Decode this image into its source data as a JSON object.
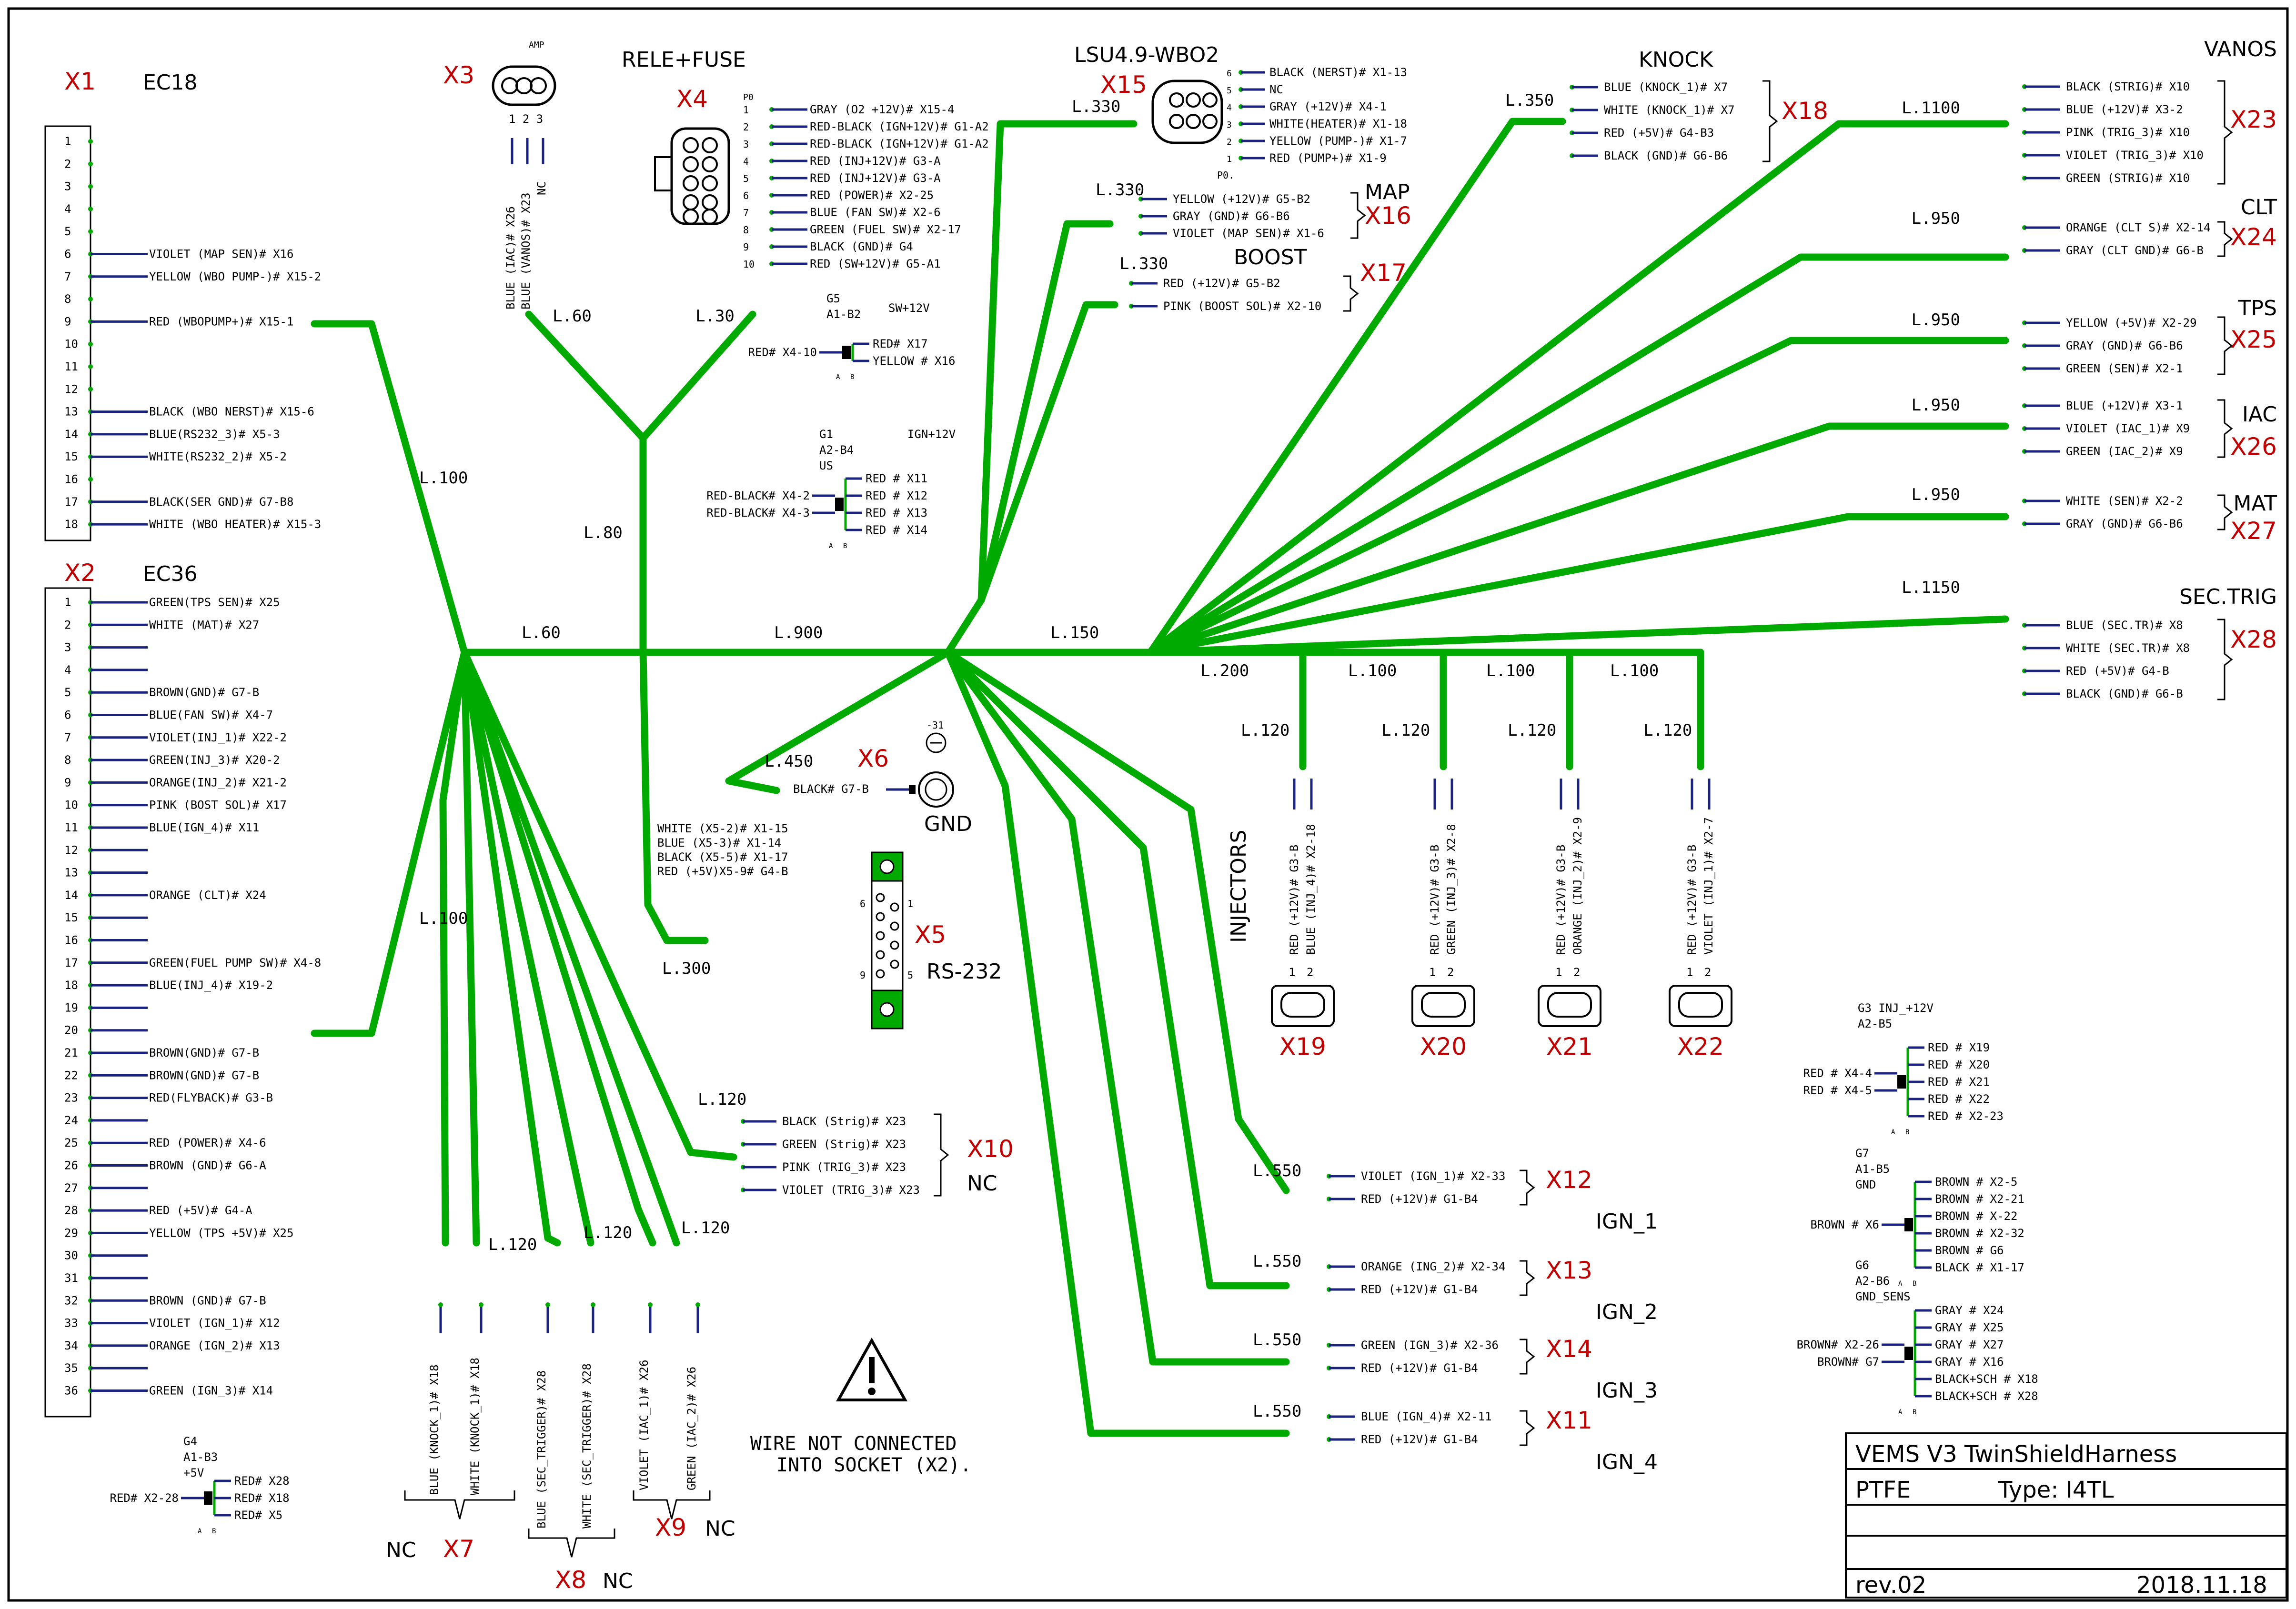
{
  "title_block": {
    "project": "VEMS V3 TwinShieldHarness",
    "material": "PTFE",
    "type": "Type: I4TL",
    "revision": "rev.02",
    "date": "2018.11.18"
  },
  "notes": {
    "wire_not_connected_1": "WIRE NOT CONNECTED",
    "wire_not_connected_2": "INTO SOCKET (X2)."
  },
  "x1": {
    "id": "X1",
    "name": "EC18",
    "pins": [
      {
        "n": "1",
        "label": ""
      },
      {
        "n": "2",
        "label": ""
      },
      {
        "n": "3",
        "label": ""
      },
      {
        "n": "4",
        "label": ""
      },
      {
        "n": "5",
        "label": ""
      },
      {
        "n": "6",
        "label": "VIOLET (MAP SEN)# X16"
      },
      {
        "n": "7",
        "label": "YELLOW (WBO PUMP-)# X15-2"
      },
      {
        "n": "8",
        "label": ""
      },
      {
        "n": "9",
        "label": "RED (WBOPUMP+)# X15-1"
      },
      {
        "n": "10",
        "label": ""
      },
      {
        "n": "11",
        "label": ""
      },
      {
        "n": "12",
        "label": ""
      },
      {
        "n": "13",
        "label": "BLACK (WBO NERST)# X15-6"
      },
      {
        "n": "14",
        "label": "BLUE(RS232_3)# X5-3"
      },
      {
        "n": "15",
        "label": "WHITE(RS232_2)# X5-2"
      },
      {
        "n": "16",
        "label": ""
      },
      {
        "n": "17",
        "label": "BLACK(SER GND)# G7-B8"
      },
      {
        "n": "18",
        "label": "WHITE (WBO HEATER)# X15-3"
      }
    ]
  },
  "x2": {
    "id": "X2",
    "name": "EC36",
    "pins": [
      {
        "n": "1",
        "label": "GREEN(TPS SEN)# X25"
      },
      {
        "n": "2",
        "label": "WHITE (MAT)# X27"
      },
      {
        "n": "3",
        "label": ""
      },
      {
        "n": "4",
        "label": ""
      },
      {
        "n": "5",
        "label": "BROWN(GND)# G7-B"
      },
      {
        "n": "6",
        "label": "BLUE(FAN SW)# X4-7"
      },
      {
        "n": "7",
        "label": "VIOLET(INJ_1)# X22-2"
      },
      {
        "n": "8",
        "label": "GREEN(INJ_3)# X20-2"
      },
      {
        "n": "9",
        "label": "ORANGE(INJ_2)# X21-2"
      },
      {
        "n": "10",
        "label": "PINK (BOST SOL)# X17"
      },
      {
        "n": "11",
        "label": "BLUE(IGN_4)# X11"
      },
      {
        "n": "12",
        "label": ""
      },
      {
        "n": "13",
        "label": ""
      },
      {
        "n": "14",
        "label": "ORANGE (CLT)# X24"
      },
      {
        "n": "15",
        "label": ""
      },
      {
        "n": "16",
        "label": ""
      },
      {
        "n": "17",
        "label": "GREEN(FUEL PUMP SW)# X4-8"
      },
      {
        "n": "18",
        "label": "BLUE(INJ_4)# X19-2"
      },
      {
        "n": "19",
        "label": ""
      },
      {
        "n": "20",
        "label": ""
      },
      {
        "n": "21",
        "label": "BROWN(GND)# G7-B"
      },
      {
        "n": "22",
        "label": "BROWN(GND)# G7-B"
      },
      {
        "n": "23",
        "label": "RED(FLYBACK)# G3-B"
      },
      {
        "n": "24",
        "label": ""
      },
      {
        "n": "25",
        "label": "RED (POWER)# X4-6"
      },
      {
        "n": "26",
        "label": "BROWN (GND)# G6-A"
      },
      {
        "n": "27",
        "label": ""
      },
      {
        "n": "28",
        "label": "RED (+5V)# G4-A"
      },
      {
        "n": "29",
        "label": "YELLOW (TPS +5V)# X25"
      },
      {
        "n": "30",
        "label": ""
      },
      {
        "n": "31",
        "label": ""
      },
      {
        "n": "32",
        "label": "BROWN (GND)# G7-B"
      },
      {
        "n": "33",
        "label": "VIOLET (IGN_1)# X12"
      },
      {
        "n": "34",
        "label": "ORANGE (IGN_2)# X13"
      },
      {
        "n": "35",
        "label": ""
      },
      {
        "n": "36",
        "label": "GREEN (IGN_3)# X14"
      }
    ]
  },
  "x3": {
    "id": "X3",
    "amp": "AMP",
    "pins": "1  2  3",
    "w1": "BLUE (IAC)# X26",
    "w2": "BLUE (VANOS)# X23",
    "w3": "NC"
  },
  "x4": {
    "id": "X4",
    "title": "RELE+FUSE",
    "po": "P0",
    "pins": [
      {
        "n": "1",
        "label": "GRAY (O2 +12V)# X15-4"
      },
      {
        "n": "2",
        "label": "RED-BLACK (IGN+12V)# G1-A2"
      },
      {
        "n": "3",
        "label": "RED-BLACK (IGN+12V)# G1-A2"
      },
      {
        "n": "4",
        "label": "RED (INJ+12V)# G3-A"
      },
      {
        "n": "5",
        "label": "RED (INJ+12V)# G3-A"
      },
      {
        "n": "6",
        "label": "RED (POWER)# X2-25"
      },
      {
        "n": "7",
        "label": "BLUE (FAN SW)# X2-6"
      },
      {
        "n": "8",
        "label": "GREEN (FUEL SW)# X2-17"
      },
      {
        "n": "9",
        "label": "BLACK (GND)# G4"
      },
      {
        "n": "10",
        "label": "RED (SW+12V)# G5-A1"
      }
    ]
  },
  "x15": {
    "id": "X15",
    "title": "LSU4.9-WBO2",
    "po": "P0.",
    "pins": [
      {
        "n": "6",
        "label": "BLACK (NERST)# X1-13"
      },
      {
        "n": "5",
        "label": "NC"
      },
      {
        "n": "4",
        "label": "GRAY (+12V)# X4-1"
      },
      {
        "n": "3",
        "label": "WHITE(HEATER)# X1-18"
      },
      {
        "n": "2",
        "label": "YELLOW (PUMP-)# X1-7"
      },
      {
        "n": "1",
        "label": "RED (PUMP+)# X1-9"
      }
    ]
  },
  "x16": {
    "id": "X16",
    "title": "MAP",
    "pins": [
      "YELLOW (+12V)# G5-B2",
      "GRAY (GND)# G6-B6",
      "VIOLET (MAP SEN)# X1-6"
    ]
  },
  "x17": {
    "id": "X17",
    "title": "BOOST",
    "pins": [
      "RED (+12V)# G5-B2",
      "PINK (BOOST SOL)# X2-10"
    ]
  },
  "x18": {
    "id": "X18",
    "title": "KNOCK",
    "pins": [
      "BLUE (KNOCK_1)# X7",
      "WHITE (KNOCK_1)# X7",
      "RED (+5V)# G4-B3",
      "BLACK (GND)# G6-B6"
    ]
  },
  "x23": {
    "id": "X23",
    "title": "VANOS",
    "pins": [
      "BLACK (STRIG)# X10",
      "BLUE (+12V)# X3-2",
      "PINK (TRIG_3)# X10",
      "VIOLET (TRIG_3)# X10",
      "GREEN (STRIG)# X10"
    ]
  },
  "x24": {
    "id": "X24",
    "title": "CLT",
    "pins": [
      "ORANGE (CLT S)# X2-14",
      "GRAY (CLT GND)# G6-B"
    ]
  },
  "x25": {
    "id": "X25",
    "title": "TPS",
    "pins": [
      "YELLOW (+5V)# X2-29",
      "GRAY (GND)# G6-B6",
      "GREEN (SEN)# X2-1"
    ]
  },
  "x26": {
    "id": "X26",
    "title": "IAC",
    "pins": [
      "BLUE (+12V)# X3-1",
      "VIOLET (IAC_1)# X9",
      "GREEN (IAC_2)# X9"
    ]
  },
  "x27": {
    "id": "X27",
    "title": "MAT",
    "pins": [
      "WHITE (SEN)# X2-2",
      "GRAY (GND)# G6-B6"
    ]
  },
  "x28": {
    "id": "X28",
    "title": "SEC.TRIG",
    "pins": [
      "BLUE (SEC.TR)# X8",
      "WHITE (SEC.TR)# X8",
      "RED (+5V)# G4-B",
      "BLACK (GND)# G6-B"
    ]
  },
  "x6": {
    "id": "X6",
    "wire": "BLACK# G7-B",
    "gnd": "GND",
    "minus31": "-31"
  },
  "x5": {
    "id": "X5",
    "title": "RS-232",
    "p1": "1",
    "p5": "5",
    "p6": "6",
    "p9": "9",
    "wires": [
      "WHITE (X5-2)# X1-15",
      "BLUE (X5-3)# X1-14",
      "BLACK (X5-5)# X1-17",
      "RED (+5V)X5-9# G4-B"
    ]
  },
  "x10": {
    "id": "X10",
    "nc": "NC",
    "pins": [
      "BLACK (Strig)# X23",
      "GREEN (Strig)# X23",
      "PINK (TRIG_3)# X23",
      "VIOLET (TRIG_3)# X23"
    ]
  },
  "x12": {
    "id": "X12",
    "ign": "IGN_1",
    "pins": [
      "VIOLET (IGN_1)# X2-33",
      "RED (+12V)# G1-B4"
    ]
  },
  "x13": {
    "id": "X13",
    "ign": "IGN_2",
    "pins": [
      "ORANGE (ING_2)# X2-34",
      "RED (+12V)# G1-B4"
    ]
  },
  "x14": {
    "id": "X14",
    "ign": "IGN_3",
    "pins": [
      "GREEN (IGN_3)# X2-36",
      "RED (+12V)# G1-B4"
    ]
  },
  "x11": {
    "id": "X11",
    "ign": "IGN_4",
    "pins": [
      "BLUE (IGN_4)# X2-11",
      "RED (+12V)# G1-B4"
    ]
  },
  "injectors": {
    "label": "INJECTORS",
    "items": [
      {
        "id": "X19",
        "w1": "RED (+12V)# G3-B",
        "w2": "BLUE (INJ_4)# X2-18"
      },
      {
        "id": "X20",
        "w1": "RED (+12V)# G3-B",
        "w2": "GREEN (INJ_3)# X2-8"
      },
      {
        "id": "X21",
        "w1": "RED (+12V)# G3-B",
        "w2": "ORANGE (INJ_2)# X2-9"
      },
      {
        "id": "X22",
        "w1": "RED (+12V)# G3-B",
        "w2": "VIOLET (INJ_1)# X2-7"
      }
    ],
    "pin1": "1",
    "pin2": "2"
  },
  "x7": {
    "id": "X7",
    "nc": "NC",
    "w1": "BLUE (KNOCK_1)# X18",
    "w2": "WHITE (KNOCK_1)# X18"
  },
  "x8": {
    "id": "X8",
    "nc": "NC",
    "w1": "BLUE (SEC_TRIGGER)# X28",
    "w2": "WHITE (SEC_TRIGGER)# X28"
  },
  "x9": {
    "id": "X9",
    "nc": "NC",
    "w1": "VIOLET (IAC_1)# X26",
    "w2": "GREEN (IAC_2)# X26"
  },
  "splices": {
    "g5": {
      "title": "G5",
      "sub": "A1-B2",
      "note": "SW+12V",
      "in": [
        "RED# X4-10"
      ],
      "out": [
        "RED# X17",
        "YELLOW # X16"
      ]
    },
    "g1": {
      "title": "G1",
      "sub": "A2-B4",
      "sub2": "US",
      "note": "IGN+12V",
      "in": [
        "RED-BLACK# X4-2",
        "RED-BLACK# X4-3"
      ],
      "out": [
        "RED # X11",
        "RED # X12",
        "RED # X13",
        "RED # X14"
      ]
    },
    "g3": {
      "title": "G3 INJ_+12V",
      "sub": "A2-B5",
      "in": [
        "RED # X4-4",
        "RED # X4-5"
      ],
      "out": [
        "RED # X19",
        "RED # X20",
        "RED # X21",
        "RED # X22",
        "RED # X2-23"
      ]
    },
    "g7": {
      "title": "G7",
      "sub": "A1-B5",
      "sub2": "GND",
      "in": [
        "BROWN # X6"
      ],
      "out": [
        "BROWN # X2-5",
        "BROWN # X2-21",
        "BROWN # X-22",
        "BROWN # X2-32",
        "BROWN # G6",
        "BLACK # X1-17"
      ]
    },
    "g6": {
      "title": "G6",
      "sub": "A2-B6",
      "sub2": "GND_SENS",
      "in": [
        "BROWN# X2-26",
        "BROWN# G7"
      ],
      "out": [
        "GRAY # X24",
        "GRAY # X25",
        "GRAY # X27",
        "GRAY # X16",
        "BLACK+SCH # X18",
        "BLACK+SCH # X28"
      ]
    },
    "g4": {
      "title": "G4",
      "sub": "A1-B3",
      "sub2": "+5V",
      "in": [
        "RED# X2-28"
      ],
      "out": [
        "RED# X28",
        "RED# X18",
        "RED# X5"
      ]
    },
    "ab_a": "A",
    "ab_b": "B"
  },
  "lengths": {
    "x1": "L.100",
    "x2": "L.100",
    "trunk_a": "L.60",
    "trunk_b": "L.900",
    "trunk_c": "L.150",
    "x3": "L.60",
    "x4": "L.30",
    "rs232": "L.80",
    "x5": "L.300",
    "x6": "L.450",
    "x15": "L.330",
    "x16": "L.330",
    "x17": "L.330",
    "x18": "L.350",
    "x23": "L.1100",
    "x24": "L.950",
    "x25": "L.950",
    "x26": "L.950",
    "x27": "L.950",
    "x28": "L.1150",
    "inj_branch": "L.200",
    "inj_b1": "L.100",
    "inj_b2": "L.100",
    "inj_b3": "L.100",
    "x19": "L.120",
    "x20": "L.120",
    "x21": "L.120",
    "x22": "L.120",
    "x10": "L.120",
    "x7": "L.120",
    "x8": "L.120",
    "x9": "L.120",
    "x12": "L.550",
    "x13": "L.550",
    "x14": "L.550",
    "x11": "L.550"
  }
}
